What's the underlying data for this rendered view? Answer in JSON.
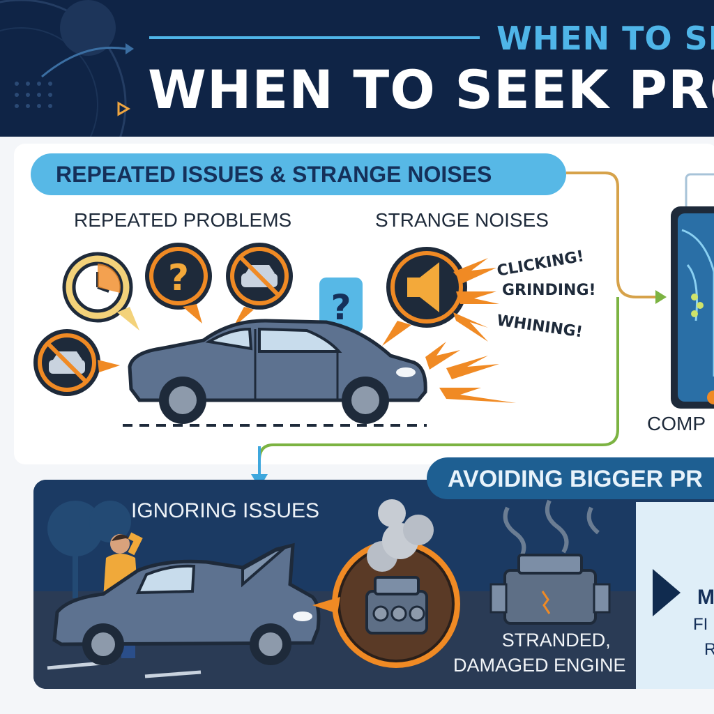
{
  "header": {
    "subtitle": "WHEN TO SE",
    "title": "WHEN TO SEEK PROF"
  },
  "section_repeated": {
    "banner_label": "REPEATED ISSUES & STRANGE NOISES",
    "left_label": "REPEATED PROBLEMS",
    "right_label": "STRANGE NOISES",
    "noises": [
      "CLICKING!",
      "GRINDING!",
      "WHINING!"
    ]
  },
  "section_computer": {
    "label": "COMP"
  },
  "section_avoiding": {
    "banner_label": "AVOIDING BIGGER PR",
    "ignoring_label": "IGNORING ISSUES",
    "stranded_line1": "STRANDED,",
    "stranded_line2": "DAMAGED ENGINE",
    "right_line1": "M",
    "right_line2": "FI",
    "right_line3": "R"
  },
  "colors": {
    "navy": "#0f2446",
    "sky": "#57b8e6",
    "orange": "#f08a24",
    "car_gray": "#5d7290",
    "green": "#7cb342"
  }
}
